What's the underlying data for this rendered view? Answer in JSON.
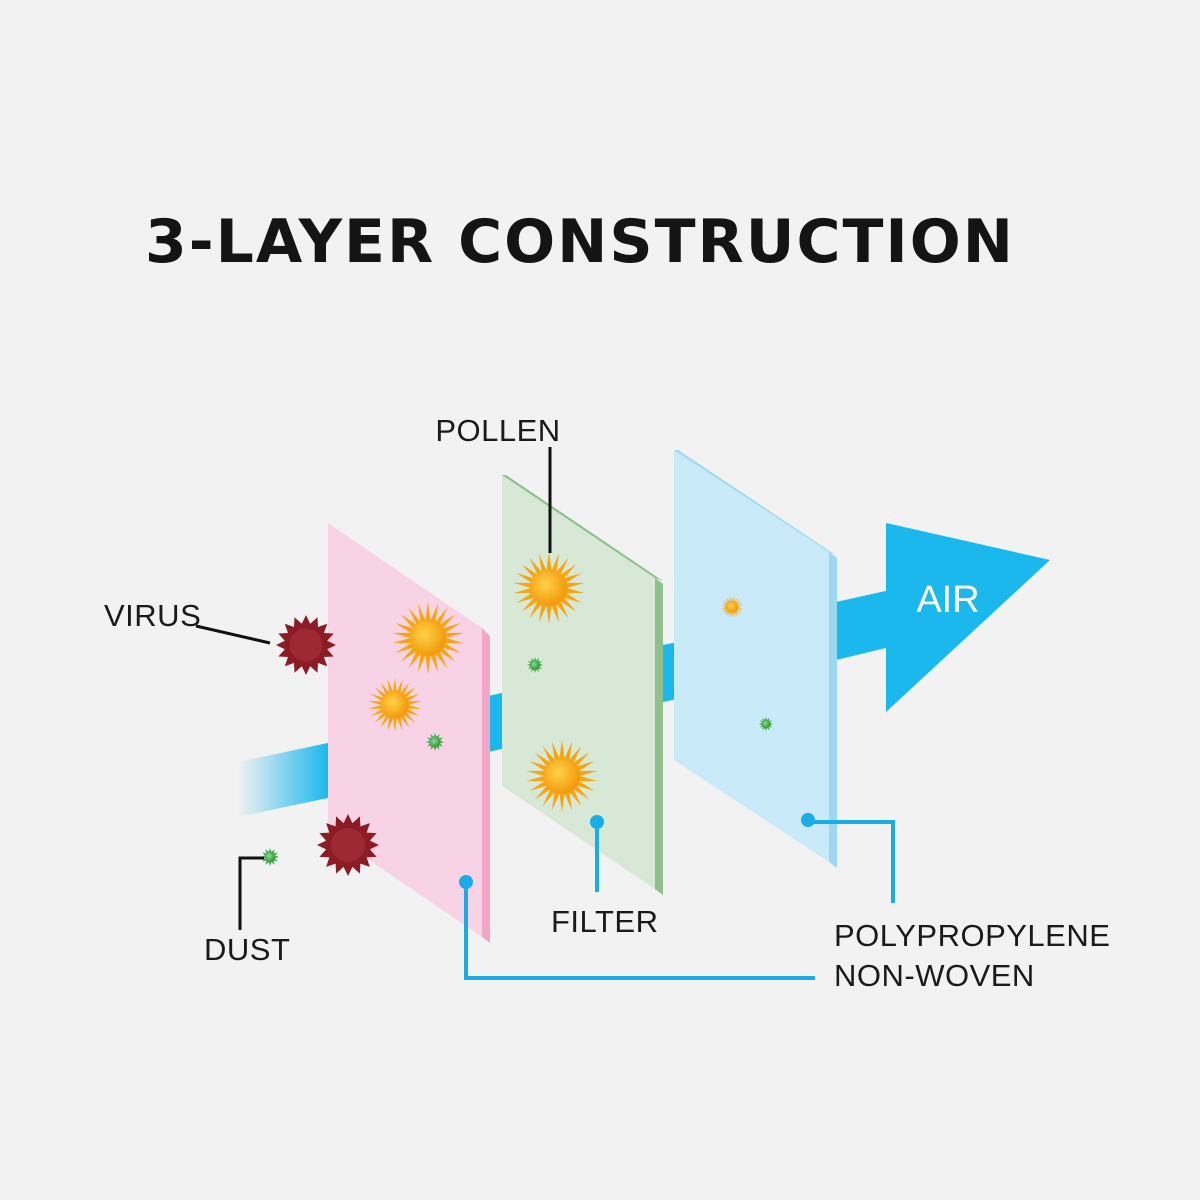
{
  "title": "3-LAYER CONSTRUCTION",
  "labels": {
    "pollen": "POLLEN",
    "virus": "VIRUS",
    "dust": "DUST",
    "filter": "FILTER",
    "air": "AIR",
    "polypropylene_line1": "POLYPROPYLENE",
    "polypropylene_line2": "NON-WOVEN"
  },
  "colors": {
    "background": "#f2f2f2",
    "air_flow": "#1ab8ec",
    "callout_line": "#1aace6",
    "leader_line": "#111111",
    "layer_outer": "#f8d3e6",
    "layer_outer_edge": "#f2a7c9",
    "layer_filter": "#d8e8d6",
    "layer_filter_edge": "#8fbf8c",
    "layer_inner": "#c9eaf8",
    "layer_inner_edge": "#9cd8f2",
    "virus": "#8b1c26",
    "pollen": "#f5a614",
    "dust": "#4cb050"
  }
}
